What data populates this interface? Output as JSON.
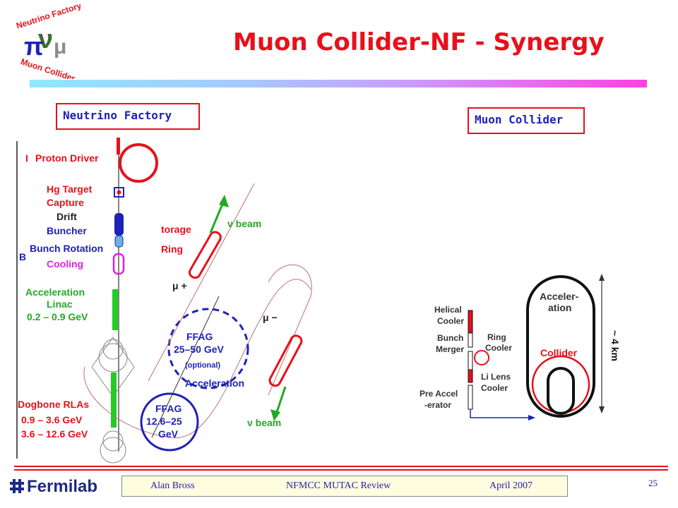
{
  "title": "Muon Collider-NF - Synergy",
  "logo": {
    "top_text": "Neutrino Factory",
    "bottom_text": "Muon Collider"
  },
  "labels": {
    "neutrino_factory": "Neutrino Factory",
    "muon_collider": "Muon Collider"
  },
  "nf_diagram": {
    "proton_driver": "Proton Driver",
    "hg_target": "Hg Target",
    "capture": "Capture",
    "drift": "Drift",
    "buncher": "Buncher",
    "bunch_rotation": "Bunch Rotation",
    "cooling": "Cooling",
    "acceleration_linac_1": "Acceleration",
    "acceleration_linac_2": "Linac",
    "acceleration_linac_3": "0.2 – 0.9 GeV",
    "dogbone": "Dogbone RLAs",
    "dogbone_e1": "0.9 – 3.6 GeV",
    "dogbone_e2": "3.6 – 12.6 GeV",
    "ffag_small_1": "FFAG",
    "ffag_small_2": "12.6–25",
    "ffag_small_3": "GeV",
    "ffag_big_1": "FFAG",
    "ffag_big_2": "25–50 GeV",
    "ffag_big_3": "(optional)",
    "acceleration": "Acceleration",
    "storage_1": "torage",
    "storage_2": "Ring",
    "nu_beam_top": "ν  beam",
    "nu_beam_bottom": "ν  beam",
    "mu_plus": "μ +",
    "mu_minus": "μ −",
    "left_cut_I": "I",
    "left_cut_B": "B"
  },
  "mc_diagram": {
    "helical_cooler_1": "Helical",
    "helical_cooler_2": "Cooler",
    "bunch_merger_1": "Bunch",
    "bunch_merger_2": "Merger",
    "ring_cooler_1": "Ring",
    "ring_cooler_2": "Cooler",
    "li_lens_1": "Li Lens",
    "li_lens_2": "Cooler",
    "pre_accel_1": "Pre Accel",
    "pre_accel_2": "-erator",
    "accel_1": "Acceler-",
    "accel_2": "ation",
    "collider": "Collider",
    "size": "~ 4 km"
  },
  "footer": {
    "author": "Alan Bross",
    "event": "NFMCC MUTAC Review",
    "date": "April 2007"
  },
  "page_number": "25",
  "brand": "Fermilab"
}
